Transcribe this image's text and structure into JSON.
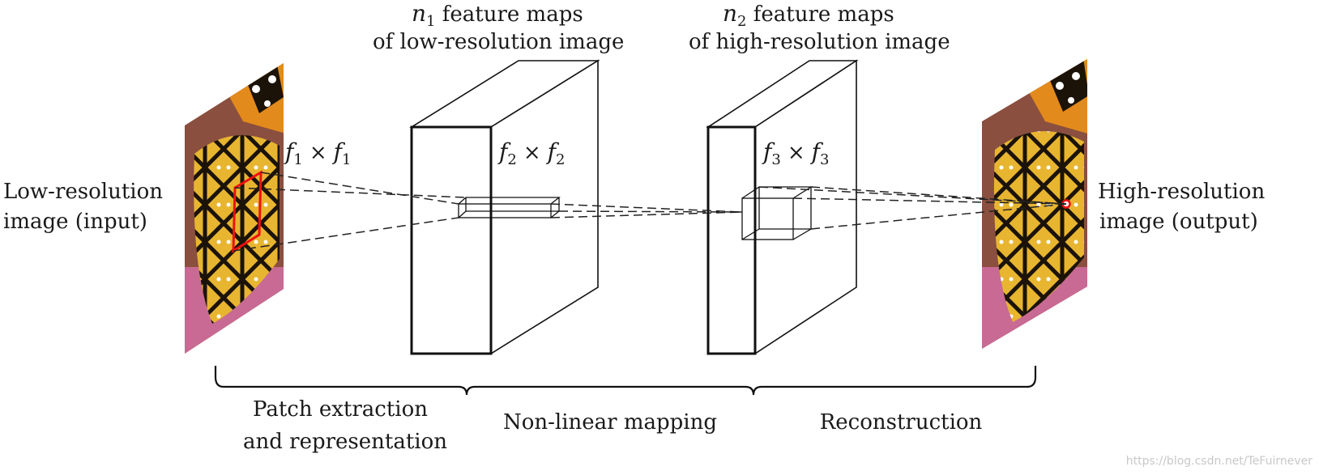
{
  "input_label": [
    "Low-resolution",
    "image (input)"
  ],
  "output_label": [
    "High-resolution",
    "image (output)"
  ],
  "layer1_title": {
    "symbol": "n",
    "subscript": "1",
    "line1_rest": " feature maps",
    "line2": "of low-resolution image"
  },
  "layer2_title": {
    "symbol": "n",
    "subscript": "2",
    "line1_rest": " feature maps",
    "line2": "of high-resolution image"
  },
  "filters": [
    {
      "symbol": "f",
      "subscript": "1",
      "times": "×"
    },
    {
      "symbol": "f",
      "subscript": "2",
      "times": "×"
    },
    {
      "symbol": "f",
      "subscript": "3",
      "times": "×"
    }
  ],
  "stages": [
    {
      "lines": [
        "Patch extraction",
        "and representation"
      ]
    },
    {
      "lines": [
        "Non-linear mapping"
      ]
    },
    {
      "lines": [
        "Reconstruction"
      ]
    }
  ],
  "watermark": "https://blog.csdn.net/TeFuirnever",
  "colors": {
    "patch_outline": "#ee1111",
    "wing_yellow": "#e8b530",
    "wing_black": "#1b1308",
    "flower_pink": "#c86a93",
    "orange": "#e38a1c"
  }
}
